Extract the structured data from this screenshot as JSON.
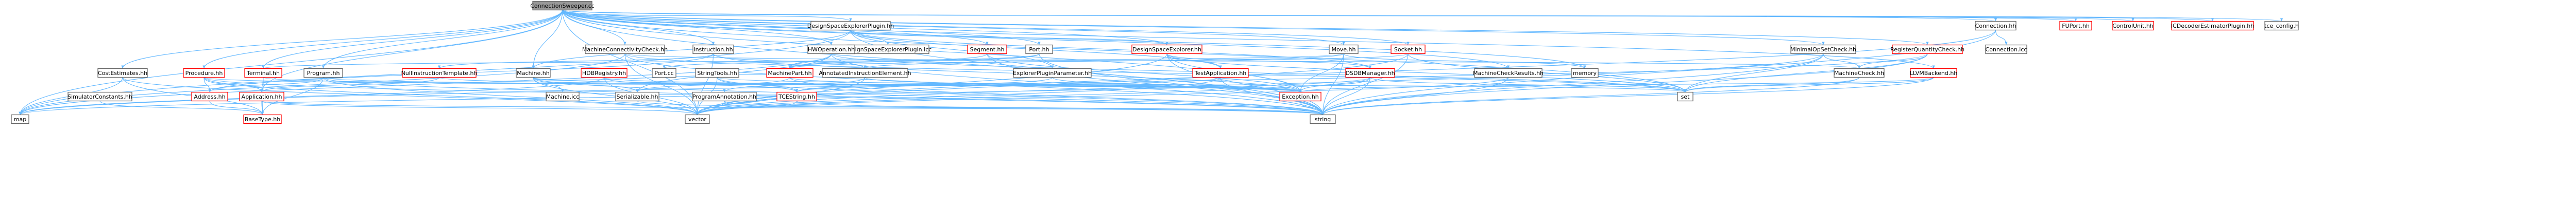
{
  "colors": {
    "edge": "#63b8ff",
    "node_border": "#666666",
    "node_fill": "#ffffff",
    "root_fill": "#999999",
    "root_border": "#666666",
    "linked_border": "#ff0000",
    "text": "#000000"
  },
  "graph": {
    "root": "ConnectionSweeper.cc",
    "nodes": [
      {
        "id": "root",
        "label": "ConnectionSweeper.cc",
        "kind": "root"
      },
      {
        "id": "dse_plugin",
        "label": "DesignSpaceExplorerPlugin.hh",
        "kind": "plain"
      },
      {
        "id": "dse_plugin_icc",
        "label": "DesignSpaceExplorerPlugin.icc",
        "kind": "plain"
      },
      {
        "id": "connection_hh",
        "label": "Connection.hh",
        "kind": "plain"
      },
      {
        "id": "connection_icc",
        "label": "Connection.icc",
        "kind": "plain"
      },
      {
        "id": "fuport",
        "label": "FUPort.hh",
        "kind": "linked"
      },
      {
        "id": "controlunit",
        "label": "ControlUnit.hh",
        "kind": "linked"
      },
      {
        "id": "icdecoder",
        "label": "ICDecoderEstimatorPlugin.hh",
        "kind": "linked"
      },
      {
        "id": "tce_config",
        "label": "tce_config.h",
        "kind": "plain"
      },
      {
        "id": "machineconn",
        "label": "MachineConnectivityCheck.hh",
        "kind": "plain"
      },
      {
        "id": "instruction",
        "label": "Instruction.hh",
        "kind": "plain"
      },
      {
        "id": "hwoperation",
        "label": "HWOperation.hh",
        "kind": "plain"
      },
      {
        "id": "segment",
        "label": "Segment.hh",
        "kind": "linked"
      },
      {
        "id": "port_hh",
        "label": "Port.hh",
        "kind": "plain"
      },
      {
        "id": "dse_hh",
        "label": "DesignSpaceExplorer.hh",
        "kind": "linked"
      },
      {
        "id": "move",
        "label": "Move.hh",
        "kind": "plain"
      },
      {
        "id": "socket",
        "label": "Socket.hh",
        "kind": "linked"
      },
      {
        "id": "minimalopset",
        "label": "MinimalOpSetCheck.hh",
        "kind": "plain"
      },
      {
        "id": "regquantity",
        "label": "RegisterQuantityCheck.hh",
        "kind": "linked"
      },
      {
        "id": "costestimates",
        "label": "CostEstimates.hh",
        "kind": "plain"
      },
      {
        "id": "procedure",
        "label": "Procedure.hh",
        "kind": "linked"
      },
      {
        "id": "terminal",
        "label": "Terminal.hh",
        "kind": "linked"
      },
      {
        "id": "program",
        "label": "Program.hh",
        "kind": "plain"
      },
      {
        "id": "nullinstr",
        "label": "NullInstructionTemplate.hh",
        "kind": "linked"
      },
      {
        "id": "machine_hh",
        "label": "Machine.hh",
        "kind": "plain"
      },
      {
        "id": "hdbregistry",
        "label": "HDBRegistry.hh",
        "kind": "linked"
      },
      {
        "id": "port_cc",
        "label": "Port.cc",
        "kind": "plain"
      },
      {
        "id": "stringtools",
        "label": "StringTools.hh",
        "kind": "plain"
      },
      {
        "id": "machinepart",
        "label": "MachinePart.hh",
        "kind": "linked"
      },
      {
        "id": "annotated",
        "label": "AnnotatedInstructionElement.hh",
        "kind": "plain"
      },
      {
        "id": "explorerparam",
        "label": "ExplorerPluginParameter.hh",
        "kind": "plain"
      },
      {
        "id": "testapp",
        "label": "TestApplication.hh",
        "kind": "linked"
      },
      {
        "id": "dsdbmanager",
        "label": "DSDBManager.hh",
        "kind": "linked"
      },
      {
        "id": "machinecheckres",
        "label": "MachineCheckResults.hh",
        "kind": "plain"
      },
      {
        "id": "memory",
        "label": "memory",
        "kind": "plain"
      },
      {
        "id": "machinecheck",
        "label": "MachineCheck.hh",
        "kind": "plain"
      },
      {
        "id": "llvmbackend",
        "label": "LLVMBackend.hh",
        "kind": "linked"
      },
      {
        "id": "simconst",
        "label": "SimulatorConstants.hh",
        "kind": "plain"
      },
      {
        "id": "address",
        "label": "Address.hh",
        "kind": "linked"
      },
      {
        "id": "application",
        "label": "Application.hh",
        "kind": "linked"
      },
      {
        "id": "machine_icc",
        "label": "Machine.icc",
        "kind": "plain"
      },
      {
        "id": "serializable",
        "label": "Serializable.hh",
        "kind": "plain"
      },
      {
        "id": "progannot",
        "label": "ProgramAnnotation.hh",
        "kind": "plain"
      },
      {
        "id": "tcestring",
        "label": "TCEString.hh",
        "kind": "linked"
      },
      {
        "id": "exception",
        "label": "Exception.hh",
        "kind": "linked"
      },
      {
        "id": "set",
        "label": "set",
        "kind": "plain"
      },
      {
        "id": "map",
        "label": "map",
        "kind": "plain"
      },
      {
        "id": "basetype",
        "label": "BaseType.hh",
        "kind": "linked"
      },
      {
        "id": "vector",
        "label": "vector",
        "kind": "plain"
      },
      {
        "id": "string",
        "label": "string",
        "kind": "plain"
      }
    ],
    "edges": [
      [
        "root",
        "dse_plugin"
      ],
      [
        "root",
        "connection_hh"
      ],
      [
        "root",
        "fuport"
      ],
      [
        "root",
        "controlunit"
      ],
      [
        "root",
        "icdecoder"
      ],
      [
        "root",
        "tce_config"
      ],
      [
        "root",
        "machineconn"
      ],
      [
        "root",
        "instruction"
      ],
      [
        "root",
        "hwoperation"
      ],
      [
        "root",
        "segment"
      ],
      [
        "root",
        "port_hh"
      ],
      [
        "root",
        "dse_hh"
      ],
      [
        "root",
        "move"
      ],
      [
        "root",
        "socket"
      ],
      [
        "root",
        "minimalopset"
      ],
      [
        "root",
        "regquantity"
      ],
      [
        "root",
        "costestimates"
      ],
      [
        "root",
        "procedure"
      ],
      [
        "root",
        "terminal"
      ],
      [
        "root",
        "program"
      ],
      [
        "root",
        "machine_hh"
      ],
      [
        "root",
        "memory"
      ],
      [
        "root",
        "llvmbackend"
      ],
      [
        "root",
        "string"
      ],
      [
        "root",
        "map"
      ],
      [
        "root",
        "set"
      ],
      [
        "root",
        "vector"
      ],
      [
        "root",
        "exception"
      ],
      [
        "root",
        "application"
      ],
      [
        "root",
        "machinecheckres"
      ],
      [
        "dse_plugin",
        "dse_plugin_icc"
      ],
      [
        "dse_plugin",
        "dse_hh"
      ],
      [
        "dse_plugin",
        "explorerparam"
      ],
      [
        "dse_plugin",
        "map"
      ],
      [
        "dse_plugin",
        "string"
      ],
      [
        "dse_plugin",
        "testapp"
      ],
      [
        "dse_plugin",
        "dsdbmanager"
      ],
      [
        "dse_plugin",
        "machine_hh"
      ],
      [
        "connection_hh",
        "connection_icc"
      ],
      [
        "connection_hh",
        "string"
      ],
      [
        "connection_hh",
        "vector"
      ],
      [
        "machineconn",
        "machinecheck"
      ],
      [
        "machineconn",
        "map"
      ],
      [
        "machineconn",
        "set"
      ],
      [
        "machineconn",
        "vector"
      ],
      [
        "machineconn",
        "string"
      ],
      [
        "instruction",
        "annotated"
      ],
      [
        "instruction",
        "vector"
      ],
      [
        "instruction",
        "nullinstr"
      ],
      [
        "instruction",
        "address"
      ],
      [
        "instruction",
        "exception"
      ],
      [
        "hwoperation",
        "machinepart"
      ],
      [
        "hwoperation",
        "serializable"
      ],
      [
        "hwoperation",
        "string"
      ],
      [
        "hwoperation",
        "map"
      ],
      [
        "hwoperation",
        "set"
      ],
      [
        "segment",
        "machinepart"
      ],
      [
        "segment",
        "exception"
      ],
      [
        "segment",
        "string"
      ],
      [
        "port_hh",
        "port_cc"
      ],
      [
        "port_hh",
        "machinepart"
      ],
      [
        "port_hh",
        "string"
      ],
      [
        "dse_hh",
        "dsdbmanager"
      ],
      [
        "dse_hh",
        "testapp"
      ],
      [
        "dse_hh",
        "set"
      ],
      [
        "dse_hh",
        "vector"
      ],
      [
        "dse_hh",
        "string"
      ],
      [
        "dse_hh",
        "exception"
      ],
      [
        "move",
        "terminal"
      ],
      [
        "move",
        "annotated"
      ],
      [
        "move",
        "string"
      ],
      [
        "move",
        "memory"
      ],
      [
        "move",
        "exception"
      ],
      [
        "socket",
        "machinepart"
      ],
      [
        "socket",
        "string"
      ],
      [
        "socket",
        "vector"
      ],
      [
        "socket",
        "set"
      ],
      [
        "minimalopset",
        "machinecheck"
      ],
      [
        "minimalopset",
        "set"
      ],
      [
        "minimalopset",
        "string"
      ],
      [
        "minimalopset",
        "vector"
      ],
      [
        "regquantity",
        "machinecheck"
      ],
      [
        "regquantity",
        "set"
      ],
      [
        "regquantity",
        "string"
      ],
      [
        "regquantity",
        "map"
      ],
      [
        "costestimates",
        "map"
      ],
      [
        "costestimates",
        "basetype"
      ],
      [
        "costestimates",
        "vector"
      ],
      [
        "procedure",
        "address"
      ],
      [
        "procedure",
        "application"
      ],
      [
        "procedure",
        "string"
      ],
      [
        "procedure",
        "vector"
      ],
      [
        "procedure",
        "exception"
      ],
      [
        "terminal",
        "application"
      ],
      [
        "terminal",
        "exception"
      ],
      [
        "terminal",
        "basetype"
      ],
      [
        "program",
        "address"
      ],
      [
        "program",
        "vector"
      ],
      [
        "program",
        "string"
      ],
      [
        "program",
        "exception"
      ],
      [
        "program",
        "basetype"
      ],
      [
        "nullinstr",
        "application"
      ],
      [
        "nullinstr",
        "exception"
      ],
      [
        "machine_hh",
        "machine_icc"
      ],
      [
        "machine_hh",
        "machinepart"
      ],
      [
        "machine_hh",
        "serializable"
      ],
      [
        "machine_hh",
        "string"
      ],
      [
        "machine_hh",
        "vector"
      ],
      [
        "machine_hh",
        "exception"
      ],
      [
        "hdbregistry",
        "map"
      ],
      [
        "hdbregistry",
        "tcestring"
      ],
      [
        "hdbregistry",
        "vector"
      ],
      [
        "hdbregistry",
        "exception"
      ],
      [
        "stringtools",
        "tcestring"
      ],
      [
        "stringtools",
        "string"
      ],
      [
        "stringtools",
        "vector"
      ],
      [
        "stringtools",
        "set"
      ],
      [
        "machinepart",
        "serializable"
      ],
      [
        "machinepart",
        "string"
      ],
      [
        "machinepart",
        "exception"
      ],
      [
        "annotated",
        "progannot"
      ],
      [
        "annotated",
        "vector"
      ],
      [
        "annotated",
        "exception"
      ],
      [
        "explorerparam",
        "tcestring"
      ],
      [
        "explorerparam",
        "exception"
      ],
      [
        "testapp",
        "tcestring"
      ],
      [
        "testapp",
        "string"
      ],
      [
        "testapp",
        "vector"
      ],
      [
        "dsdbmanager",
        "set"
      ],
      [
        "dsdbmanager",
        "map"
      ],
      [
        "dsdbmanager",
        "string"
      ],
      [
        "dsdbmanager",
        "vector"
      ],
      [
        "dsdbmanager",
        "exception"
      ],
      [
        "machinecheckres",
        "string"
      ],
      [
        "machinecheckres",
        "vector"
      ],
      [
        "machinecheck",
        "string"
      ],
      [
        "machinecheck",
        "set"
      ],
      [
        "llvmbackend",
        "string"
      ],
      [
        "llvmbackend",
        "set"
      ],
      [
        "llvmbackend",
        "exception"
      ],
      [
        "simconst",
        "basetype"
      ],
      [
        "address",
        "basetype"
      ],
      [
        "application",
        "string"
      ],
      [
        "application",
        "vector"
      ],
      [
        "application",
        "basetype"
      ],
      [
        "progannot",
        "string"
      ],
      [
        "progannot",
        "vector"
      ],
      [
        "progannot",
        "tcestring"
      ],
      [
        "tcestring",
        "string"
      ],
      [
        "tcestring",
        "vector"
      ],
      [
        "exception",
        "string"
      ],
      [
        "serializable",
        "string"
      ]
    ]
  }
}
